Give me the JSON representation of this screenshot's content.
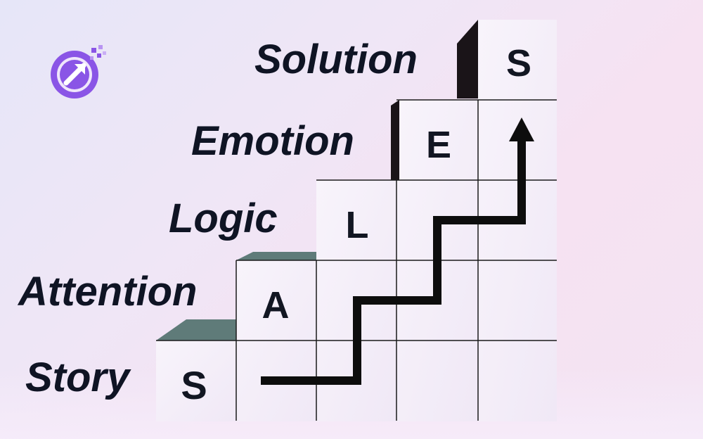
{
  "steps": [
    {
      "letter": "S",
      "label": "Story"
    },
    {
      "letter": "A",
      "label": "Attention"
    },
    {
      "letter": "L",
      "label": "Logic"
    },
    {
      "letter": "E",
      "label": "Emotion"
    },
    {
      "letter": "S",
      "label": "Solution"
    }
  ],
  "colors": {
    "label_text": "#0f1424",
    "block_face": "#f4eff8",
    "block_top": "#5f7b79",
    "grid_line": "#1a1a1a",
    "arrow": "#0d0d0d",
    "logo_accent": "#8a55e6"
  },
  "icons": {
    "logo": "arrow-cursor-logo-icon",
    "path": "staircase-arrow-icon"
  }
}
